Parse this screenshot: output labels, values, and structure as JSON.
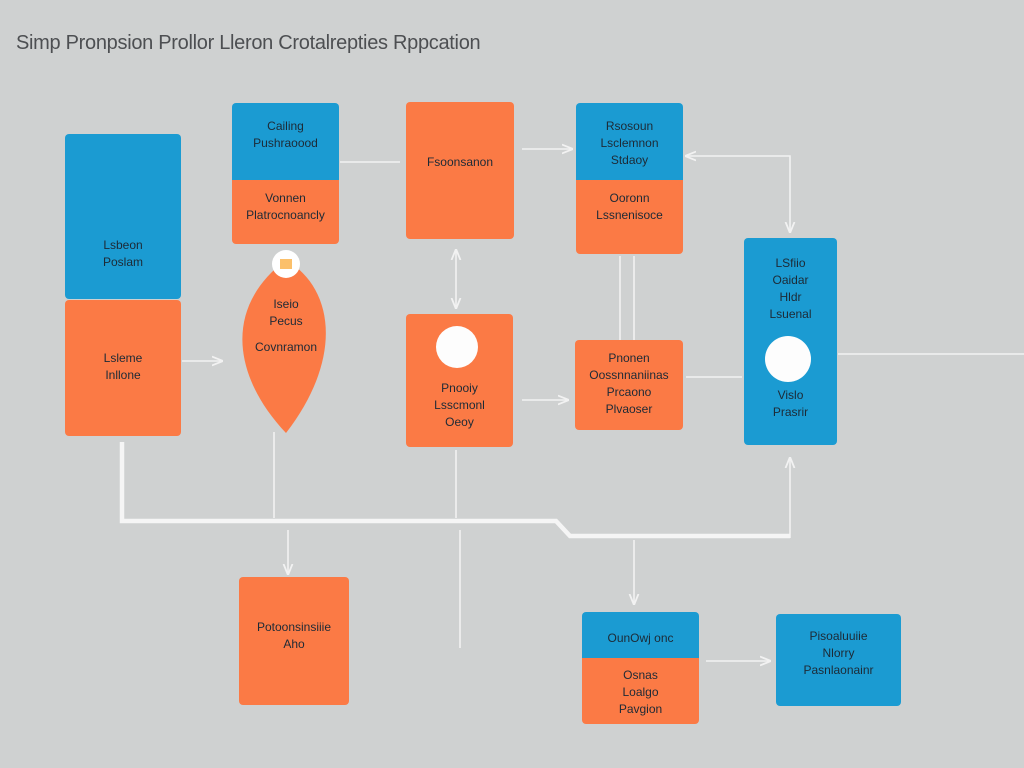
{
  "title": "Simp Pronpsion Prollor  Lleron Crotalrepties Rppcation",
  "colors": {
    "background": "#cfd1d1",
    "blue": "#1b9bd2",
    "orange": "#fb7a45",
    "connector": "#f2f2f2"
  },
  "nodes": {
    "left_stack": {
      "top": [
        "Lsbeon",
        "Poslam"
      ],
      "bottom": [
        "Lsleme",
        "Inllone"
      ]
    },
    "top_split_1": {
      "top": [
        "Cailing",
        "Pushraoood"
      ],
      "bottom": [
        "Vonnen",
        "Platrocnoancly"
      ]
    },
    "leaf_shape": [
      "Iseio",
      "Pecus",
      "Covnramon"
    ],
    "top_orange": [
      "Fsoonsanon"
    ],
    "top_split_2": {
      "top": [
        "Rsosoun",
        "Lsclemnon",
        "Stdaoy"
      ],
      "bottom": [
        "Ooronn",
        "Lssnenisoce"
      ]
    },
    "middle_orange": [
      "Pnooiy",
      "Lsscmonl",
      "Oeoy"
    ],
    "middle_process": [
      "Pnonen",
      "Oossnnaniinas",
      "Prcaono",
      "Plvaoser"
    ],
    "right_tall": {
      "top": [
        "LSfiio",
        "Oaidar",
        "Hldr",
        "Lsuenal"
      ],
      "bottom": [
        "Vislo",
        "Prasrir"
      ]
    },
    "bottom_orange": [
      "Potoonsinsiiie",
      "Aho"
    ],
    "bottom_split": {
      "top": [
        "OunOwj onc"
      ],
      "bottom": [
        "Osnas",
        "Loalgo",
        "Pavgion"
      ]
    },
    "bottom_blue": [
      "Pisoaluuiie",
      "Nlorry",
      "Pasnlaonainr"
    ]
  }
}
